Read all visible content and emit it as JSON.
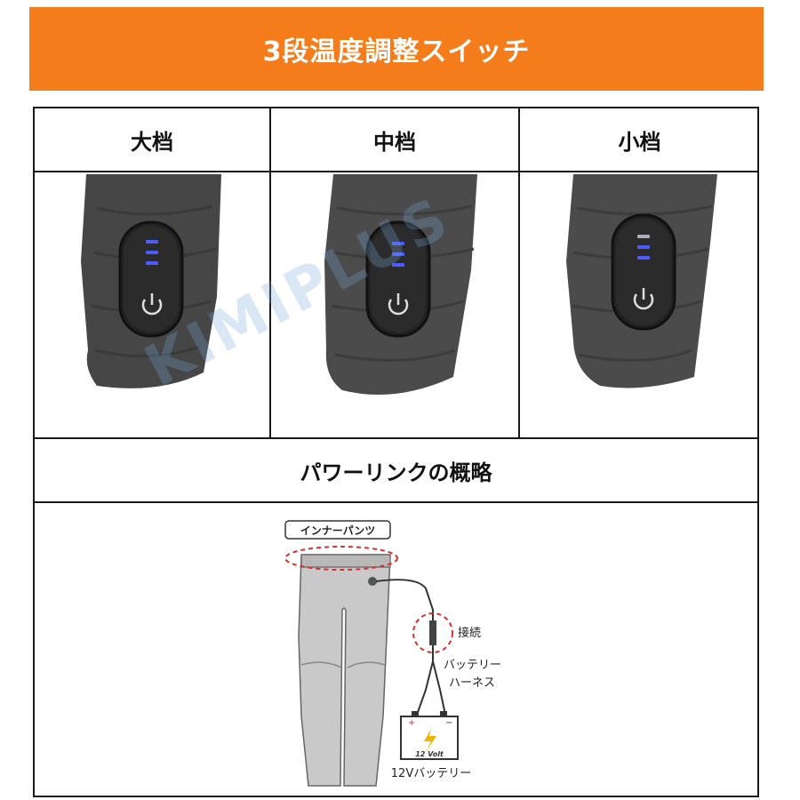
{
  "banner": {
    "title": "3段温度調整スイッチ",
    "color": "#f47c1a"
  },
  "levels": [
    {
      "label": "大档",
      "lit_bars": 3
    },
    {
      "label": "中档",
      "lit_bars": 3
    },
    {
      "label": "小档",
      "lit_bars": 2
    }
  ],
  "section": {
    "title": "パワーリンクの概略"
  },
  "diagram": {
    "inner_pants_label": "インナーパンツ",
    "connect_label": "接続",
    "harness_label_1": "バッテリー",
    "harness_label_2": "ハーネス",
    "battery_volt_label": "12 Volt",
    "battery_label": "12Vバッテリー"
  },
  "watermark": "KIMIPLUS",
  "colors": {
    "led": "#4a5cff",
    "fabric": "#4a4a4a",
    "switch_body": "#2a2a2a",
    "dashed": "#d43030"
  }
}
